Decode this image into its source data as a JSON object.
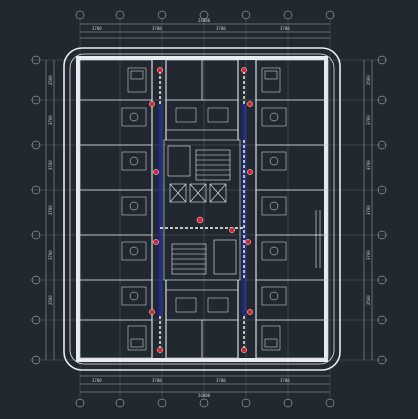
{
  "drawing": {
    "colors": {
      "background": "#212830",
      "wall": "#e8ecef",
      "line": "#c9d2da",
      "grid": "#7d8a95",
      "pipe": "#1e2a9c",
      "dashed_pipe": "#ffffff",
      "riser": "#e0202a"
    },
    "dimensions": {
      "top_outer": "24000",
      "top_inner": [
        "3700",
        "3700",
        "3700",
        "3700"
      ],
      "bottom_outer": "24000",
      "bottom_inner": [
        "3700",
        "3700",
        "3700",
        "3700"
      ],
      "left_side": [
        "2500",
        "3700",
        "3700",
        "3700",
        "3700",
        "2500"
      ],
      "right_side": [
        "2500",
        "3700",
        "3700",
        "3700",
        "3700",
        "2500"
      ]
    },
    "icons": [
      "fire-hydrant-icon",
      "riser-pipe-icon",
      "axis-bubble-icon"
    ]
  }
}
